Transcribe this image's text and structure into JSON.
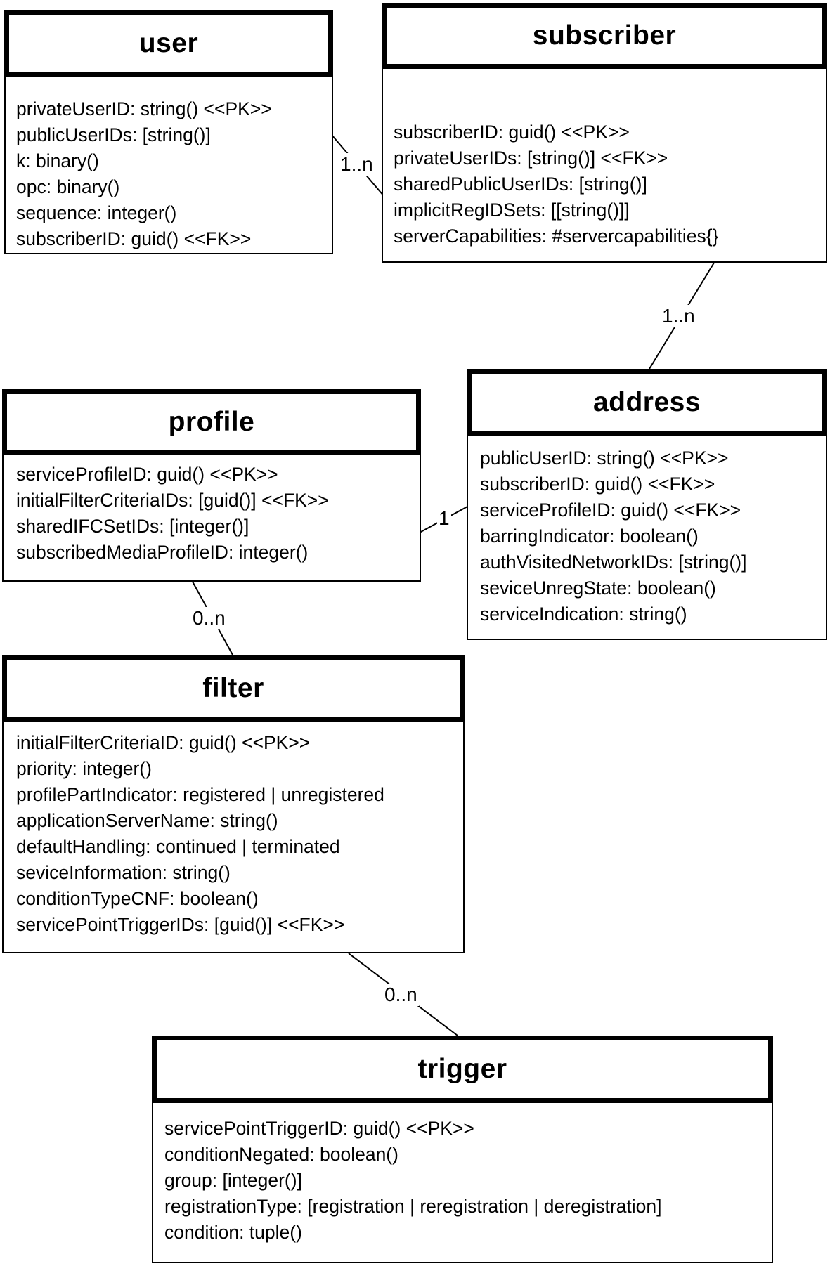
{
  "entities": {
    "user": {
      "name": "user",
      "attributes": [
        "privateUserID: string() <<PK>>",
        "publicUserIDs: [string()]",
        "k: binary()",
        "opc: binary()",
        "sequence: integer()",
        "subscriberID: guid() <<FK>>"
      ]
    },
    "subscriber": {
      "name": "subscriber",
      "attributes": [
        "subscriberID: guid() <<PK>>",
        "privateUserIDs: [string()] <<FK>>",
        "sharedPublicUserIDs: [string()]",
        "implicitRegIDSets: [[string()]]",
        "serverCapabilities: #servercapabilities{}"
      ]
    },
    "address": {
      "name": "address",
      "attributes": [
        "publicUserID: string() <<PK>>",
        "subscriberID: guid() <<FK>>",
        "serviceProfileID: guid() <<FK>>",
        "barringIndicator: boolean()",
        "authVisitedNetworkIDs: [string()]",
        "seviceUnregState: boolean()",
        "serviceIndication: string()"
      ]
    },
    "profile": {
      "name": "profile",
      "attributes": [
        "serviceProfileID: guid() <<PK>>",
        "initialFilterCriteriaIDs: [guid()] <<FK>>",
        "sharedIFCSetIDs: [integer()]",
        "subscribedMediaProfileID: integer()"
      ]
    },
    "filter": {
      "name": "filter",
      "attributes": [
        "initialFilterCriteriaID: guid() <<PK>>",
        "priority: integer()",
        "profilePartIndicator: registered | unregistered",
        "applicationServerName: string()",
        "defaultHandling: continued | terminated",
        "seviceInformation: string()",
        "conditionTypeCNF: boolean()",
        "servicePointTriggerIDs: [guid()] <<FK>>"
      ]
    },
    "trigger": {
      "name": "trigger",
      "attributes": [
        "servicePointTriggerID: guid() <<PK>>",
        "conditionNegated: boolean()",
        "group: [integer()]",
        "registrationType: [registration | reregistration | deregistration]",
        "condition: tuple()"
      ]
    }
  },
  "relationships": [
    {
      "from": "user",
      "to": "subscriber",
      "multiplicity": "1..n"
    },
    {
      "from": "subscriber",
      "to": "address",
      "multiplicity": "1..n"
    },
    {
      "from": "profile",
      "to": "address",
      "multiplicity": "1"
    },
    {
      "from": "profile",
      "to": "filter",
      "multiplicity": "0..n"
    },
    {
      "from": "filter",
      "to": "trigger",
      "multiplicity": "0..n"
    }
  ]
}
